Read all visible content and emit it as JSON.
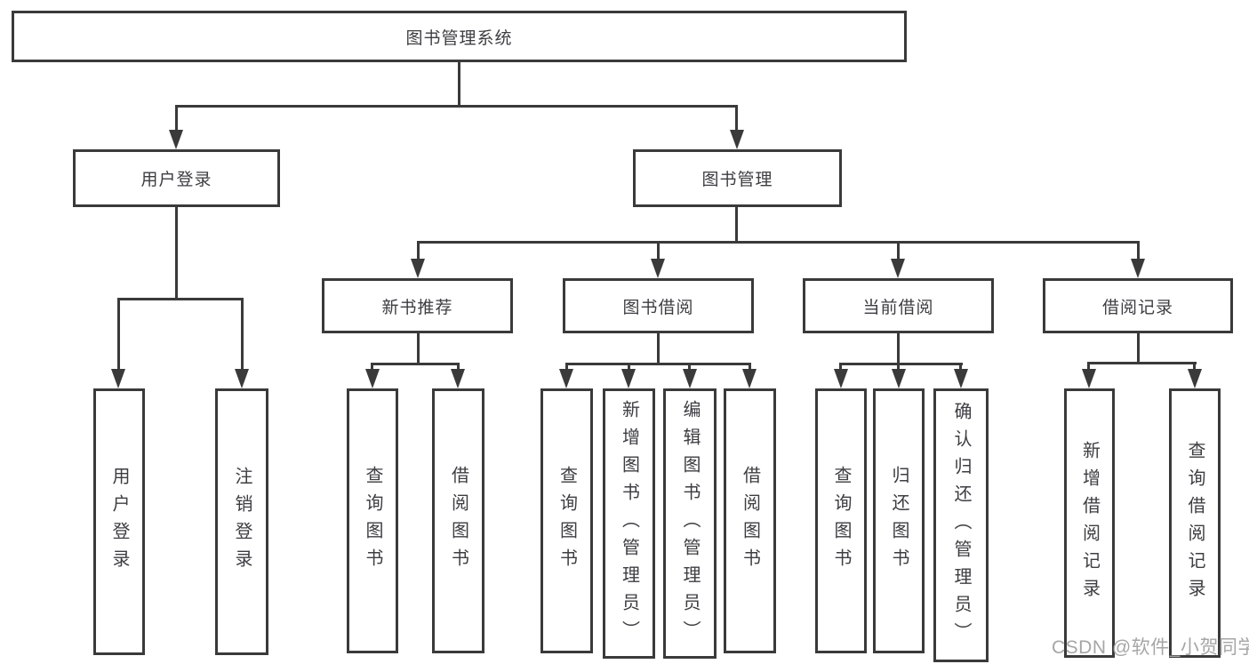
{
  "tree": {
    "root": {
      "label": "图书管理系统",
      "children": [
        {
          "label": "用户登录",
          "children": [
            {
              "label": "用户登录"
            },
            {
              "label": "注销登录"
            }
          ]
        },
        {
          "label": "图书管理",
          "children": [
            {
              "label": "新书推荐",
              "children": [
                {
                  "label": "查询图书"
                },
                {
                  "label": "借阅图书"
                }
              ]
            },
            {
              "label": "图书借阅",
              "children": [
                {
                  "label": "查询图书"
                },
                {
                  "label": "新增图书（管理员）"
                },
                {
                  "label": "编辑图书（管理员）"
                },
                {
                  "label": "借阅图书"
                }
              ]
            },
            {
              "label": "当前借阅",
              "children": [
                {
                  "label": "查询图书"
                },
                {
                  "label": "归还图书"
                },
                {
                  "label": "确认归还（管理员）"
                }
              ]
            },
            {
              "label": "借阅记录",
              "children": [
                {
                  "label": "新增借阅记录"
                },
                {
                  "label": "查询借阅记录"
                }
              ]
            }
          ]
        }
      ]
    }
  },
  "watermark": {
    "text": "CSDN @软件_小贺同学"
  },
  "colors": {
    "line": "#3a3a3a",
    "text": "#3d3d42",
    "watermark": "#a6a6a6"
  }
}
